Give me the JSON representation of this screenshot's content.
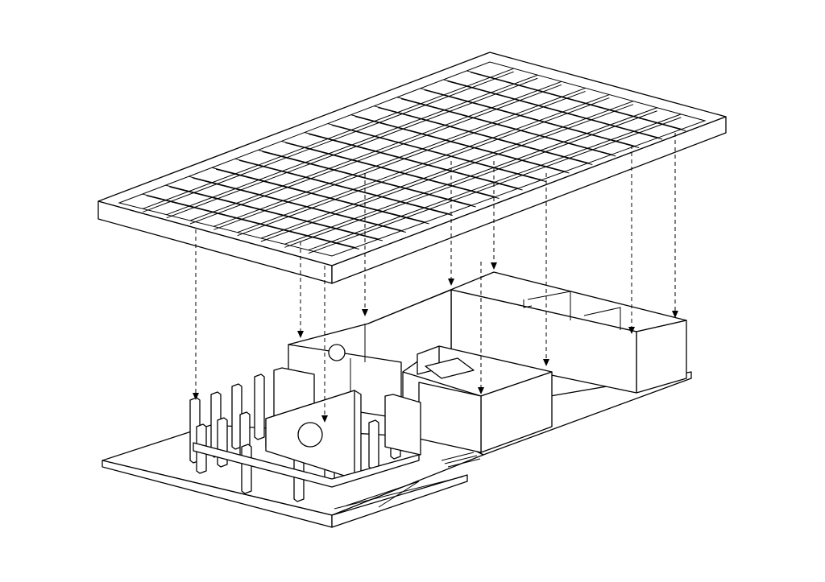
{
  "drawing": {
    "roof_grid": {
      "columns": 16,
      "rows": 9
    },
    "arrow_count": 10,
    "stroke_color": "#000000"
  }
}
